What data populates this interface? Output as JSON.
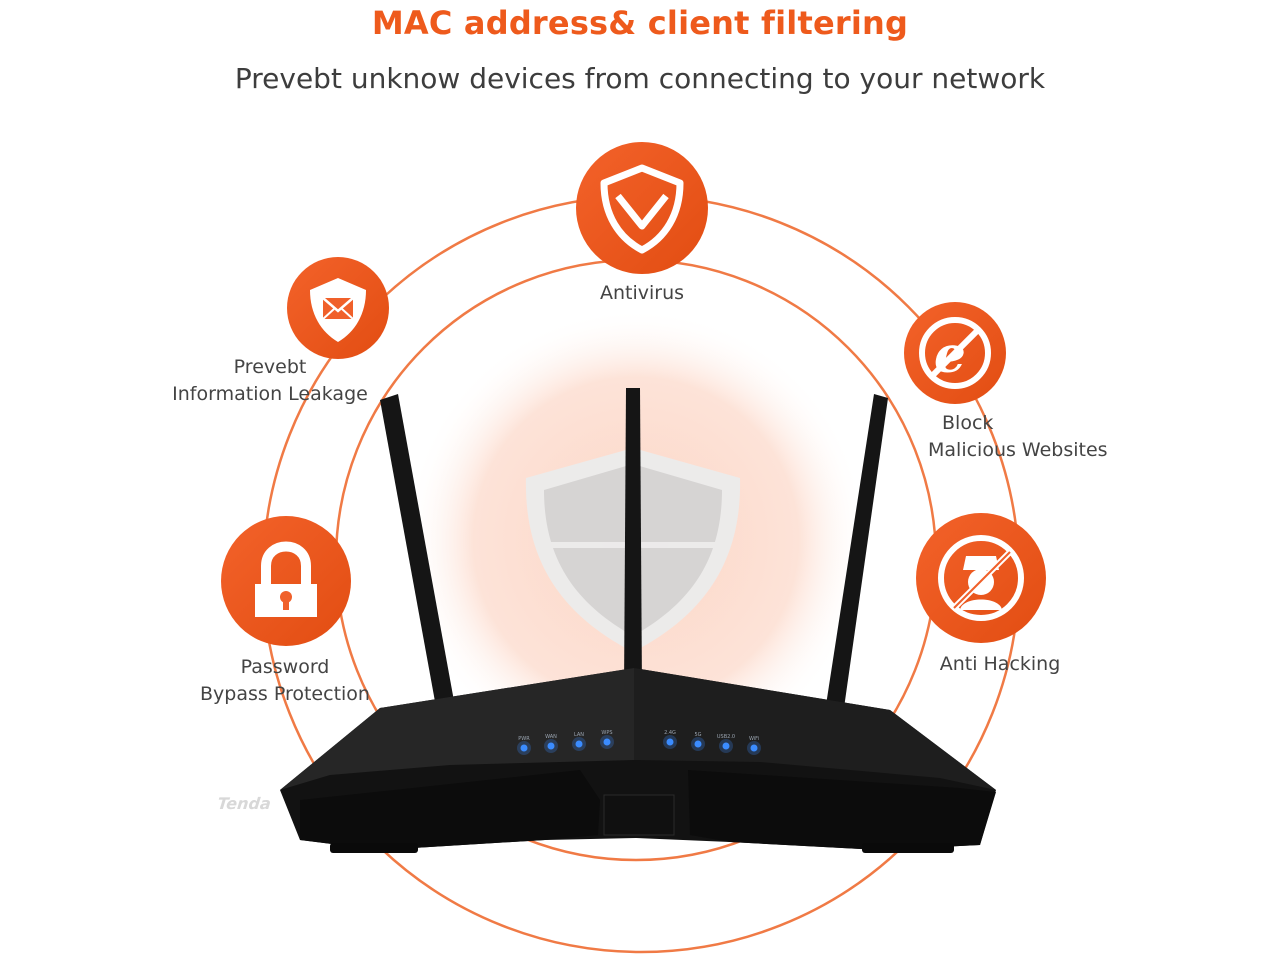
{
  "header": {
    "title": "MAC address& client filtering",
    "subtitle": "Prevebt unknow devices from connecting to your network"
  },
  "features": [
    {
      "icon": "shield-check-icon",
      "lines": [
        "Antivirus"
      ]
    },
    {
      "icon": "envelope-shield-icon",
      "lines": [
        "Prevebt",
        "Information Leakage"
      ]
    },
    {
      "icon": "blocked-browser-icon",
      "lines": [
        "Block",
        "Malicious Websites"
      ]
    },
    {
      "icon": "padlock-icon",
      "lines": [
        "Password",
        "Bypass Protection"
      ]
    },
    {
      "icon": "blocked-hacker-icon",
      "lines": [
        "Anti Hacking"
      ]
    }
  ],
  "router": {
    "brand": "Tenda",
    "leds_left": [
      "PWR",
      "WAN",
      "LAN",
      "WPS"
    ],
    "leds_right": [
      "2.4G",
      "5G",
      "USB2.0",
      "WiFi"
    ]
  },
  "colors": {
    "accent": "#ee5a1c",
    "ring": "#f07a45",
    "glow": "#fde2d6",
    "router": "#141414",
    "led": "#3b8cff"
  }
}
